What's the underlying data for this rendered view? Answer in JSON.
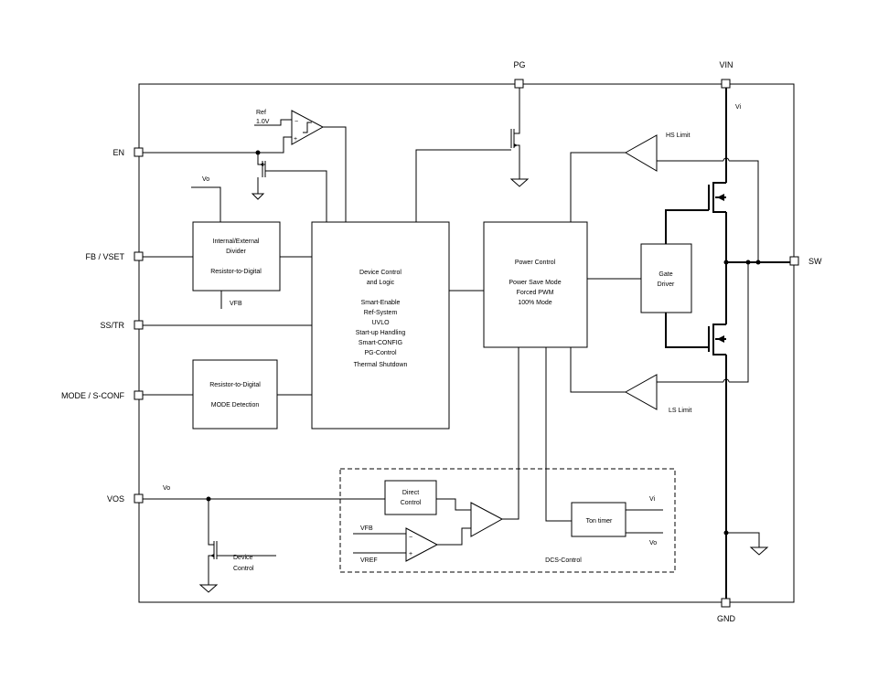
{
  "pins": {
    "pg": "PG",
    "vin": "VIN",
    "en": "EN",
    "fb_vset": "FB / VSET",
    "ss_tr": "SS/TR",
    "mode_sconf": "MODE / S-CONF",
    "vos": "VOS",
    "sw": "SW",
    "gnd": "GND"
  },
  "signals": {
    "ref": "Ref",
    "ref_value": "1.0V",
    "vo_top": "Vo",
    "vfb": "VFB",
    "vi_top": "Vi",
    "hs_limit": "HS Limit",
    "ls_limit": "LS Limit",
    "vo_vos": "Vo",
    "vfb_dcs": "VFB",
    "vref_dcs": "VREF",
    "vi_ton": "Vi",
    "vo_ton": "Vo",
    "comp_minus": "−",
    "comp_plus": "+",
    "en_comp_minus": "−",
    "en_comp_plus": "+"
  },
  "blocks": {
    "divider": {
      "line1": "Internal/External",
      "line2": "Divider",
      "line3": "Resistor-to-Digital"
    },
    "mode_detect": {
      "line1": "Resistor-to-Digital",
      "line2": "MODE Detection"
    },
    "device_control": {
      "line1": "Device Control",
      "line2": "and Logic",
      "line3": "Smart-Enable",
      "line4": "Ref-System",
      "line5": "UVLO",
      "line6": "Start-up Handling",
      "line7": "Smart-CONFIG",
      "line8": "PG-Control",
      "line9": "Thermal Shutdown"
    },
    "power_control": {
      "line1": "Power Control",
      "line2": "Power Save Mode",
      "line3": "Forced PWM",
      "line4": "100% Mode"
    },
    "gate_driver": {
      "line1": "Gate",
      "line2": "Driver"
    },
    "direct_control": {
      "line1": "Direct",
      "line2": "Control"
    },
    "ton_timer": {
      "label": "Ton timer"
    },
    "dcs_control": {
      "label": "DCS-Control"
    },
    "vos_device_control": {
      "line1": "Device",
      "line2": "Control"
    }
  }
}
